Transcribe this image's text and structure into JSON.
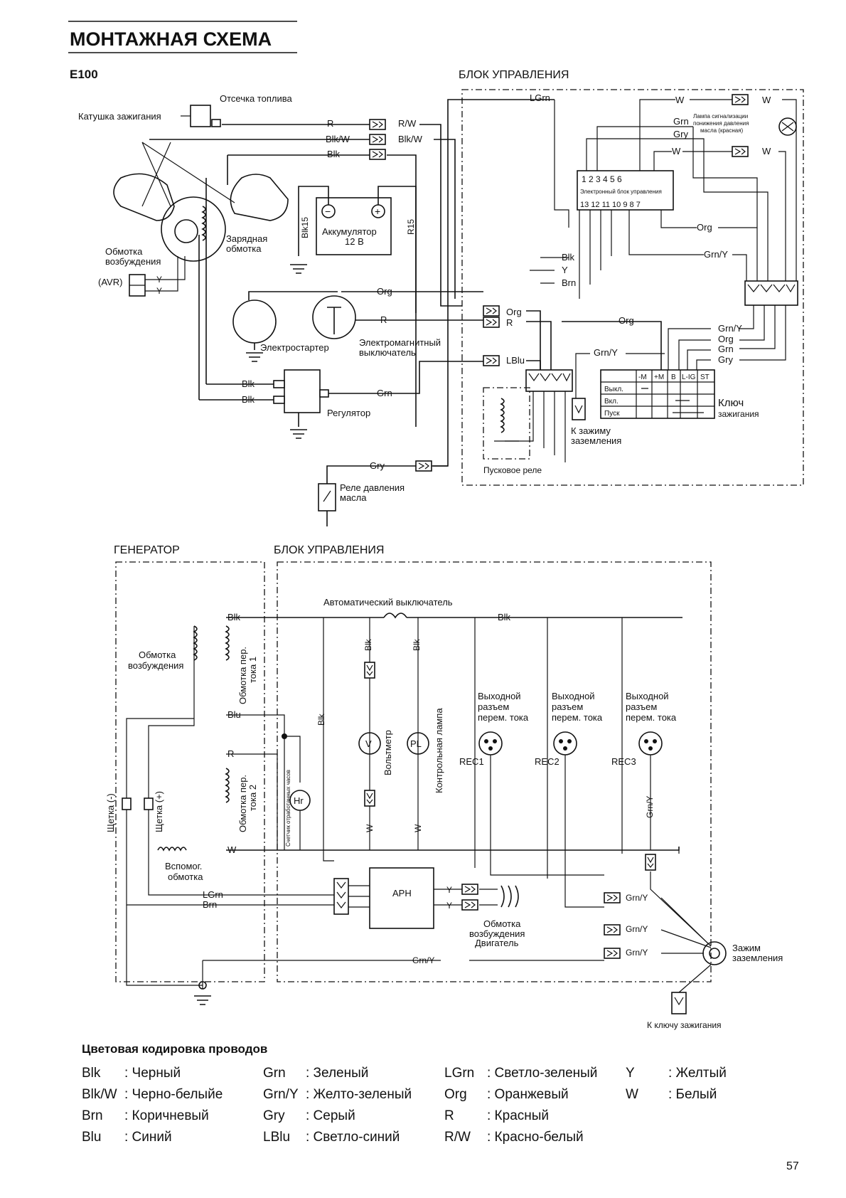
{
  "header": {
    "title": "МОНТАЖНАЯ СХЕМА",
    "model": "E100",
    "page_number": "57"
  },
  "top": {
    "control_block_title": "БЛОК УПРАВЛЕНИЯ",
    "fuel_cutoff": "Отсечка топлива",
    "ignition_coil": "Катушка зажигания",
    "charge_winding_1": "Зарядная",
    "charge_winding_2": "обмотка",
    "excitation_winding_1": "Обмотка",
    "excitation_winding_2": "возбуждения",
    "avr": "(AVR)",
    "battery_1": "Аккумулятор",
    "battery_2": "12 В",
    "starter": "Электростартер",
    "solenoid_1": "Электромагнитный",
    "solenoid_2": "выключатель",
    "regulator": "Регулятор",
    "oil_relay_1": "Реле давления",
    "oil_relay_2": "масла",
    "start_relay": "Пусковое реле",
    "to_ground_1": "К зажиму",
    "to_ground_2": "заземления",
    "ignition_key_1": "Ключ",
    "ignition_key_2": "зажигания",
    "ecu_title": "Электронный блок управления",
    "ecu_top_pins": "1  2  3     4  5  6",
    "ecu_bottom_pins": "13  12  11  10  9  8  7",
    "oil_lamp_1": "Лампа сигнализации",
    "oil_lamp_2": "понижения давления",
    "oil_lamp_3": "масла (красная)",
    "key_headers": [
      "-M",
      "+M",
      "B",
      "L-IG",
      "ST"
    ],
    "key_rows": [
      "Выкл.",
      "Вкл.",
      "Пуск"
    ],
    "wires": {
      "R": "R",
      "RW": "R/W",
      "BlkW": "Blk/W",
      "Blk": "Blk",
      "Blk15": "Blk15",
      "R15": "R15",
      "Y": "Y",
      "Org": "Org",
      "Grn": "Grn",
      "Gry": "Gry",
      "GrnY": "Grn/Y",
      "W": "W",
      "LGrn": "LGrn",
      "LBlu": "LBlu",
      "Brn": "Brn"
    }
  },
  "bottom": {
    "generator_title": "ГЕНЕРАТОР",
    "control_block_title": "БЛОК УПРАВЛЕНИЯ",
    "circuit_breaker": "Автоматический выключатель",
    "excitation_1": "Обмотка",
    "excitation_2": "возбуждения",
    "ac_winding_1": "Обмотка пер.",
    "ac_winding_1b": "тока 1",
    "ac_winding_2": "Обмотка пер.",
    "ac_winding_2b": "тока 2",
    "aux_winding_1": "Вспомог.",
    "aux_winding_2": "обмотка",
    "brush_minus": "Щетка (-)",
    "brush_plus": "Щетка (+)",
    "hour_meter": "Счетчик отработанных часов",
    "hr": "Hr",
    "voltmeter": "Вольтметр",
    "v": "V",
    "pilot_lamp": "Контрольная лампа",
    "pl": "PL",
    "outlet_1": "Выходной",
    "outlet_2": "разъем",
    "outlet_3": "перем. тока",
    "rec1": "REC1",
    "rec2": "REC2",
    "rec3": "REC3",
    "avr": "АРН",
    "motor_excitation_1": "Обмотка",
    "motor_excitation_2": "возбуждения",
    "motor_excitation_3": "Двигатель",
    "ground_terminal_1": "Зажим",
    "ground_terminal_2": "заземления",
    "to_ignition_key": "К ключу зажигания",
    "wires": {
      "Blk": "Blk",
      "Blu": "Blu",
      "R": "R",
      "W": "W",
      "LGrn": "LGrn",
      "Brn": "Brn",
      "GrnY": "Grn/Y",
      "Y": "Y"
    }
  },
  "legend": {
    "title": "Цветовая кодировка проводов",
    "entries": [
      {
        "code": "Blk",
        "name": ": Черный"
      },
      {
        "code": "Blk/W",
        "name": ": Черно-белыйе"
      },
      {
        "code": "Brn",
        "name": ": Коричневый"
      },
      {
        "code": "Blu",
        "name": ": Синий"
      },
      {
        "code": "Grn",
        "name": ": Зеленый"
      },
      {
        "code": "Grn/Y",
        "name": ": Желто-зеленый"
      },
      {
        "code": "Gry",
        "name": ": Серый"
      },
      {
        "code": "LBlu",
        "name": ": Светло-синий"
      },
      {
        "code": "LGrn",
        "name": ": Светло-зеленый"
      },
      {
        "code": "Org",
        "name": ": Оранжевый"
      },
      {
        "code": "R",
        "name": ": Красный"
      },
      {
        "code": "R/W",
        "name": ": Красно-белый"
      },
      {
        "code": "Y",
        "name": ": Желтый"
      },
      {
        "code": "W",
        "name": ": Белый"
      }
    ]
  }
}
